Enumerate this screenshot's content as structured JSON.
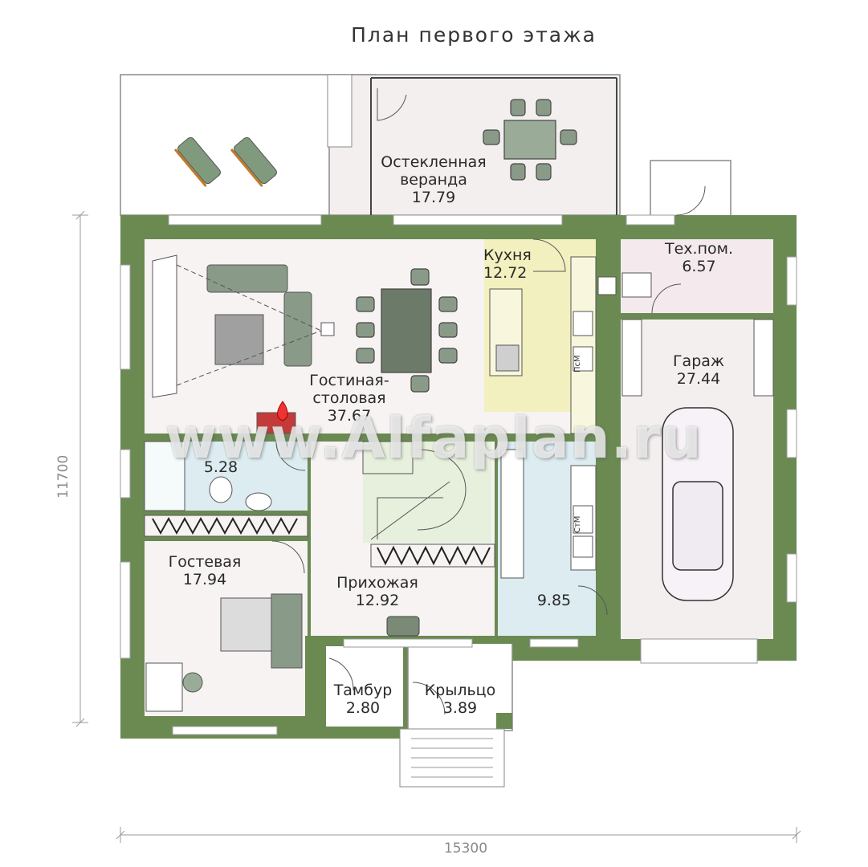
{
  "title": "План первого этажа",
  "rooms": {
    "veranda": {
      "name": "Остекленная\nверанда",
      "area": "17.79"
    },
    "kitchen": {
      "name": "Кухня",
      "area": "12.72"
    },
    "tech": {
      "name": "Тех.пом.",
      "area": "6.57"
    },
    "living": {
      "name": "Гостиная-\nстоловая",
      "area": "37.67"
    },
    "garage": {
      "name": "Гараж",
      "area": "27.44"
    },
    "bathroom": {
      "area": "5.28"
    },
    "guest": {
      "name": "Гостевая",
      "area": "17.94"
    },
    "hall": {
      "name": "Прихожая",
      "area": "12.92"
    },
    "corridor": {
      "area": "9.85"
    },
    "vestibule": {
      "name": "Тамбур",
      "area": "2.80"
    },
    "porch": {
      "name": "Крыльцо",
      "area": "3.89"
    }
  },
  "fixtures": {
    "dishwasher": "ПсМ",
    "washer": "СтМ"
  },
  "dimensions": {
    "width": "15300",
    "height": "11700"
  },
  "watermark": "www.Alfaplan.ru",
  "colors": {
    "wall": "#6a8a52",
    "kitchen_floor": "#f3f0c0",
    "wet_floor": "#dcecf0",
    "tech_floor": "#f4eaee",
    "living_floor": "#f6f3f2",
    "stair_floor": "#e6f0dc",
    "furniture": "#8a9a88"
  }
}
